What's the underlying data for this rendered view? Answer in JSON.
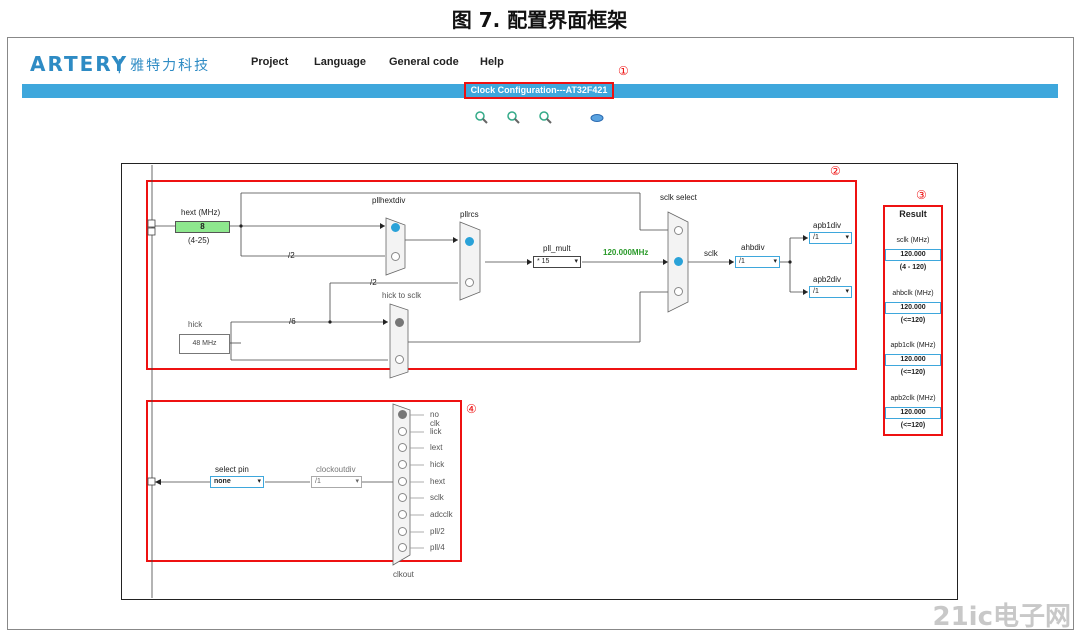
{
  "figure_title": "图 7. 配置界面框架",
  "logo": {
    "brand": "ARTERY",
    "subtitle": "| 雅特力科技"
  },
  "menu": [
    "Project",
    "Language",
    "General code",
    "Help"
  ],
  "window_title": "Clock Configuration---AT32F421",
  "annotations": [
    "①",
    "②",
    "③",
    "④"
  ],
  "clock": {
    "hext_label": "hext (MHz)",
    "hext_value": "8",
    "hext_range": "(4-25)",
    "hick_label": "hick",
    "hick_value": "48 MHz",
    "pllhextdiv_label": "pllhextdiv",
    "pllrcs_label": "pllrcs",
    "pll_mult_label": "pll_mult",
    "pll_mult_value": "* 15",
    "pll_freq": "120.000MHz",
    "sclk_select_label": "sclk select",
    "sclk_label": "sclk",
    "ahbdiv_label": "ahbdiv",
    "ahbdiv_value": "/1",
    "apb1div_label": "apb1div",
    "apb1div_value": "/1",
    "apb2div_label": "apb2div",
    "apb2div_value": "/1",
    "div2_a": "/2",
    "div2_b": "/2",
    "div6": "/6",
    "hick_to_sclk_label": "hick to sclk"
  },
  "result": {
    "title": "Result",
    "items": [
      {
        "label": "sclk (MHz)",
        "value": "120.000",
        "note": "(4 - 120)"
      },
      {
        "label": "ahbclk (MHz)",
        "value": "120.000",
        "note": "(<=120)"
      },
      {
        "label": "apb1clk (MHz)",
        "value": "120.000",
        "note": "(<=120)"
      },
      {
        "label": "apb2clk (MHz)",
        "value": "120.000",
        "note": "(<=120)"
      }
    ]
  },
  "clkout": {
    "select_pin_label": "select pin",
    "select_pin_value": "none",
    "clockoutdiv_label": "clockoutdiv",
    "clockoutdiv_value": "/1",
    "mux_label": "clkout",
    "sources": [
      "no clk",
      "lick",
      "lext",
      "hick",
      "hext",
      "sclk",
      "adcclk",
      "pll/2",
      "pll/4"
    ]
  },
  "watermark": "21ic电子网"
}
